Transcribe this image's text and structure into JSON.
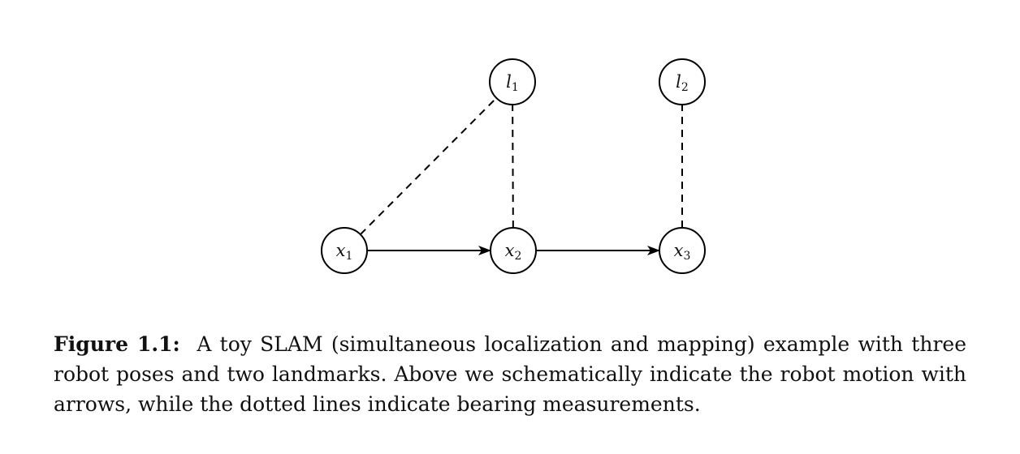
{
  "diagram": {
    "nodes": [
      {
        "id": "x1",
        "base": "x",
        "sub": "1",
        "kind": "pose"
      },
      {
        "id": "x2",
        "base": "x",
        "sub": "2",
        "kind": "pose"
      },
      {
        "id": "x3",
        "base": "x",
        "sub": "3",
        "kind": "pose"
      },
      {
        "id": "l1",
        "base": "l",
        "sub": "1",
        "kind": "landmark"
      },
      {
        "id": "l2",
        "base": "l",
        "sub": "2",
        "kind": "landmark"
      }
    ],
    "edges": [
      {
        "from": "x1",
        "to": "x2",
        "style": "arrow"
      },
      {
        "from": "x2",
        "to": "x3",
        "style": "arrow"
      },
      {
        "from": "x1",
        "to": "l1",
        "style": "dashed"
      },
      {
        "from": "x2",
        "to": "l1",
        "style": "dashed"
      },
      {
        "from": "x3",
        "to": "l2",
        "style": "dashed"
      }
    ]
  },
  "caption": {
    "label": "Figure 1.1:",
    "text": "A toy SLAM (simultaneous localization and mapping) example with three robot poses and two landmarks. Above we schematically indicate the robot motion with arrows, while the dotted lines indicate bearing measurements."
  }
}
